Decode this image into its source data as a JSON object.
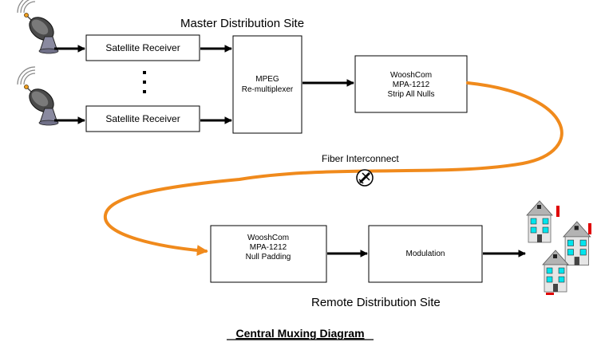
{
  "labels": {
    "master_site": "Master Distribution Site",
    "remote_site": "Remote Distribution Site",
    "fiber": "Fiber Interconnect",
    "title": "Central Muxing Diagram"
  },
  "boxes": {
    "sat_rx_1": "Satellite Receiver",
    "sat_rx_2": "Satellite Receiver",
    "mux": [
      "MPEG",
      "Re-multiplexer"
    ],
    "strip": [
      "WooshCom",
      "MPA-1212",
      "Strip All Nulls"
    ],
    "pad": [
      "WooshCom",
      "MPA-1212",
      "Null Padding"
    ],
    "modulation": "Modulation"
  },
  "colors": {
    "fiber": "#f08a1c",
    "roof": "#b3b3b3",
    "house_wall": "#e6e6e6",
    "window": "#00e5ee",
    "chimney": "#e00000"
  },
  "icons": [
    "satellite-dish-icon",
    "fiber-connector-icon",
    "houses-icon"
  ]
}
